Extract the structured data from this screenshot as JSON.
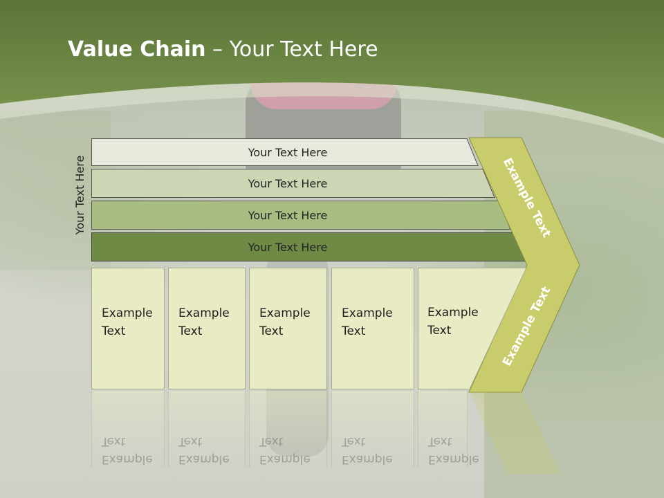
{
  "slide": {
    "title_bold": "Value Chain",
    "title_rest": " – Your Text Here",
    "side_label": "Your Text Here"
  },
  "bars": [
    {
      "label": "Your Text Here",
      "color": "#e6e9dc"
    },
    {
      "label": "Your Text Here",
      "color": "#cdd6b4"
    },
    {
      "label": "Your Text Here",
      "color": "#a9bc82"
    },
    {
      "label": "Your Text Here",
      "color": "#6e8a45"
    }
  ],
  "boxes": [
    {
      "text": "Example\nText"
    },
    {
      "text": "Example\nText"
    },
    {
      "text": "Example\nText"
    },
    {
      "text": "Example\nText"
    },
    {
      "text": "Example\nText"
    }
  ],
  "chevron": {
    "upper_label": "Example Text",
    "lower_label": "Example Text",
    "color": "#c8cc6a"
  },
  "colors": {
    "header_green": "#6d8a44",
    "box_fill": "#e9ebc4"
  }
}
